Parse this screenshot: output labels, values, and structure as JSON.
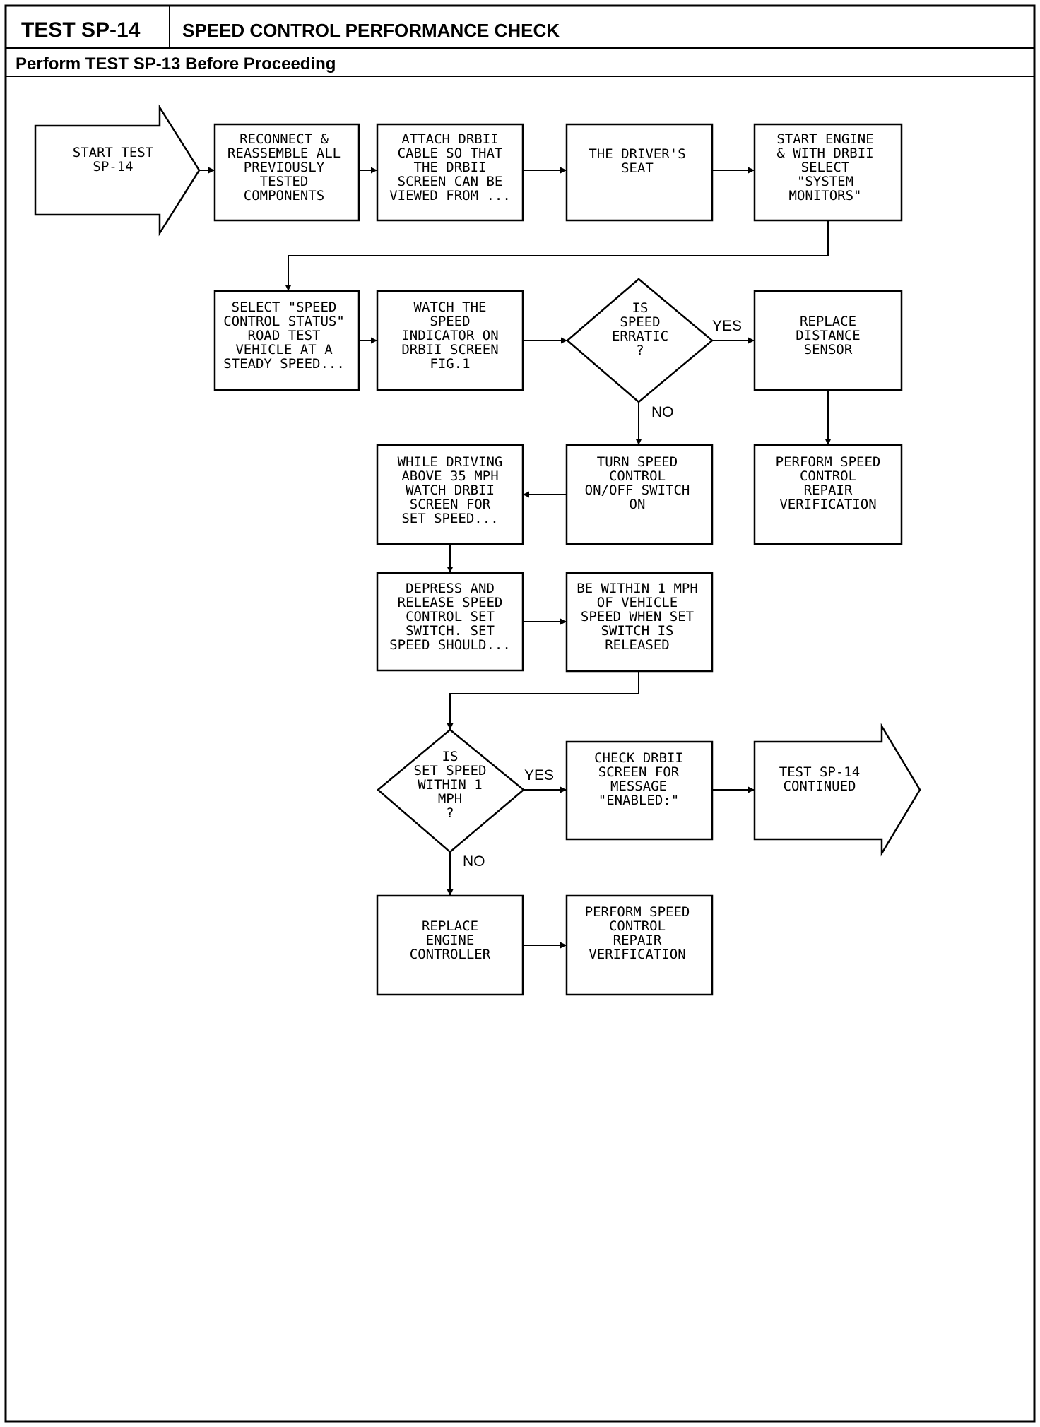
{
  "header": {
    "test_id": "TEST SP-14",
    "title": "SPEED CONTROL PERFORMANCE CHECK",
    "subtitle": "Perform TEST SP-13 Before Proceeding"
  },
  "nodes": [
    {
      "id": "start",
      "lines": [
        "START TEST",
        "SP-14"
      ]
    },
    {
      "id": "reconnect",
      "lines": [
        "RECONNECT &",
        "REASSEMBLE ALL",
        "PREVIOUSLY",
        "TESTED",
        "COMPONENTS"
      ]
    },
    {
      "id": "attach",
      "lines": [
        "ATTACH DRBII",
        "CABLE SO THAT",
        "THE DRBII",
        "SCREEN CAN BE",
        "VIEWED FROM ..."
      ]
    },
    {
      "id": "seat",
      "lines": [
        "THE DRIVER'S",
        "SEAT"
      ]
    },
    {
      "id": "start-engine",
      "lines": [
        "START ENGINE",
        "& WITH DRBII",
        "SELECT",
        "\"SYSTEM",
        "MONITORS\""
      ]
    },
    {
      "id": "select-status",
      "lines": [
        "SELECT \"SPEED",
        "CONTROL STATUS\"",
        "ROAD TEST",
        "VEHICLE AT A",
        "STEADY SPEED..."
      ]
    },
    {
      "id": "watch-indicator",
      "lines": [
        "WATCH THE",
        "SPEED",
        "INDICATOR ON",
        "DRBII SCREEN",
        "FIG.1"
      ]
    },
    {
      "id": "speed-erratic",
      "lines": [
        "IS",
        "SPEED",
        "ERRATIC",
        "?"
      ]
    },
    {
      "id": "replace-sensor",
      "lines": [
        "REPLACE",
        "DISTANCE",
        "SENSOR"
      ]
    },
    {
      "id": "verify-1",
      "lines": [
        "PERFORM SPEED",
        "CONTROL",
        "REPAIR",
        "VERIFICATION"
      ]
    },
    {
      "id": "turn-switch",
      "lines": [
        "TURN SPEED",
        "CONTROL",
        "ON/OFF SWITCH",
        "ON"
      ]
    },
    {
      "id": "while-driving",
      "lines": [
        "WHILE DRIVING",
        "ABOVE 35 MPH",
        "WATCH DRBII",
        "SCREEN FOR",
        "SET SPEED..."
      ]
    },
    {
      "id": "depress-release",
      "lines": [
        "DEPRESS AND",
        "RELEASE SPEED",
        "CONTROL SET",
        "SWITCH. SET",
        "SPEED SHOULD..."
      ]
    },
    {
      "id": "within-1-mph",
      "lines": [
        "BE WITHIN 1 MPH",
        "OF VEHICLE",
        "SPEED WHEN SET",
        "SWITCH IS",
        "RELEASED"
      ]
    },
    {
      "id": "set-speed-within",
      "lines": [
        "IS",
        "SET SPEED",
        "WITHIN 1",
        "MPH",
        "?"
      ]
    },
    {
      "id": "check-screen",
      "lines": [
        "CHECK DRBII",
        "SCREEN FOR",
        "MESSAGE",
        "\"ENABLED:\""
      ]
    },
    {
      "id": "continued",
      "lines": [
        "TEST SP-14",
        "CONTINUED"
      ]
    },
    {
      "id": "replace-controller",
      "lines": [
        "REPLACE",
        "ENGINE",
        "CONTROLLER"
      ]
    },
    {
      "id": "verify-2",
      "lines": [
        "PERFORM SPEED",
        "CONTROL",
        "REPAIR",
        "VERIFICATION"
      ]
    }
  ],
  "edge_labels": {
    "erratic_yes": "YES",
    "erratic_no": "NO",
    "within_yes": "YES",
    "within_no": "NO"
  }
}
